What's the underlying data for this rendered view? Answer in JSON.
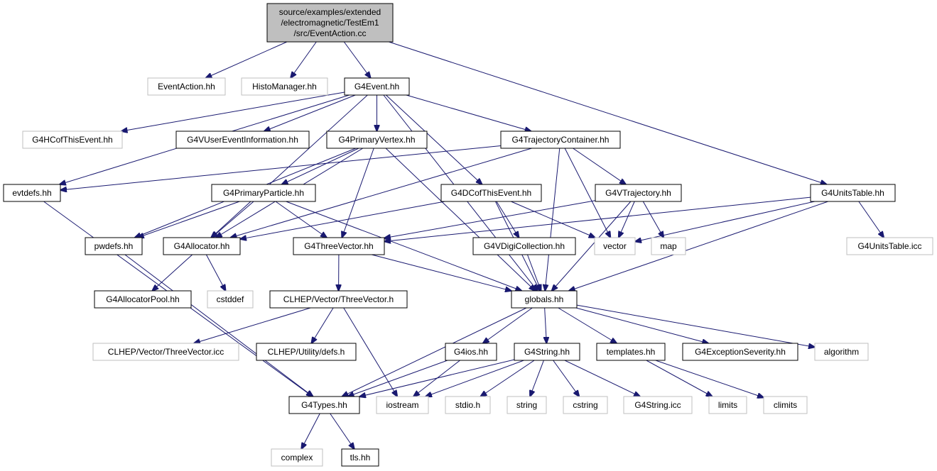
{
  "graph": {
    "nodes": {
      "root": {
        "lines": [
          "source/examples/extended",
          "/electromagnetic/TestEm1",
          "/src/EventAction.cc"
        ],
        "kind": "root"
      },
      "evact": {
        "lines": [
          "EventAction.hh"
        ],
        "kind": "ext"
      },
      "histo": {
        "lines": [
          "HistoManager.hh"
        ],
        "kind": "ext"
      },
      "g4event": {
        "lines": [
          "G4Event.hh"
        ],
        "kind": "strong"
      },
      "hcof": {
        "lines": [
          "G4HCofThisEvent.hh"
        ],
        "kind": "ext"
      },
      "vuei": {
        "lines": [
          "G4VUserEventInformation.hh"
        ],
        "kind": "strong"
      },
      "pvtx": {
        "lines": [
          "G4PrimaryVertex.hh"
        ],
        "kind": "strong"
      },
      "trajc": {
        "lines": [
          "G4TrajectoryContainer.hh"
        ],
        "kind": "strong"
      },
      "evtdefs": {
        "lines": [
          "evtdefs.hh"
        ],
        "kind": "strong"
      },
      "ppart": {
        "lines": [
          "G4PrimaryParticle.hh"
        ],
        "kind": "strong"
      },
      "dcof": {
        "lines": [
          "G4DCofThisEvent.hh"
        ],
        "kind": "strong"
      },
      "vtraj": {
        "lines": [
          "G4VTrajectory.hh"
        ],
        "kind": "strong"
      },
      "units": {
        "lines": [
          "G4UnitsTable.hh"
        ],
        "kind": "strong"
      },
      "pwdefs": {
        "lines": [
          "pwdefs.hh"
        ],
        "kind": "strong"
      },
      "alloc": {
        "lines": [
          "G4Allocator.hh"
        ],
        "kind": "strong"
      },
      "three": {
        "lines": [
          "G4ThreeVector.hh"
        ],
        "kind": "strong"
      },
      "vdigi": {
        "lines": [
          "G4VDigiCollection.hh"
        ],
        "kind": "strong"
      },
      "vector": {
        "lines": [
          "vector"
        ],
        "kind": "ext"
      },
      "map": {
        "lines": [
          "map"
        ],
        "kind": "ext"
      },
      "unitsicc": {
        "lines": [
          "G4UnitsTable.icc"
        ],
        "kind": "ext"
      },
      "apool": {
        "lines": [
          "G4AllocatorPool.hh"
        ],
        "kind": "strong"
      },
      "cstddef": {
        "lines": [
          "cstddef"
        ],
        "kind": "ext"
      },
      "clhep3": {
        "lines": [
          "CLHEP/Vector/ThreeVector.h"
        ],
        "kind": "strong"
      },
      "globals": {
        "lines": [
          "globals.hh"
        ],
        "kind": "strong"
      },
      "clhep3icc": {
        "lines": [
          "CLHEP/Vector/ThreeVector.icc"
        ],
        "kind": "ext"
      },
      "clhepdefs": {
        "lines": [
          "CLHEP/Utility/defs.h"
        ],
        "kind": "strong"
      },
      "ios": {
        "lines": [
          "G4ios.hh"
        ],
        "kind": "strong"
      },
      "g4str": {
        "lines": [
          "G4String.hh"
        ],
        "kind": "strong"
      },
      "templ": {
        "lines": [
          "templates.hh"
        ],
        "kind": "strong"
      },
      "excsev": {
        "lines": [
          "G4ExceptionSeverity.hh"
        ],
        "kind": "strong"
      },
      "algo": {
        "lines": [
          "algorithm"
        ],
        "kind": "ext"
      },
      "types": {
        "lines": [
          "G4Types.hh"
        ],
        "kind": "strong"
      },
      "iostream": {
        "lines": [
          "iostream"
        ],
        "kind": "ext"
      },
      "stdio": {
        "lines": [
          "stdio.h"
        ],
        "kind": "ext"
      },
      "string": {
        "lines": [
          "string"
        ],
        "kind": "ext"
      },
      "cstring": {
        "lines": [
          "cstring"
        ],
        "kind": "ext"
      },
      "stricc": {
        "lines": [
          "G4String.icc"
        ],
        "kind": "ext"
      },
      "limits": {
        "lines": [
          "limits"
        ],
        "kind": "ext"
      },
      "climits": {
        "lines": [
          "climits"
        ],
        "kind": "ext"
      },
      "complex": {
        "lines": [
          "complex"
        ],
        "kind": "ext"
      },
      "tls": {
        "lines": [
          "tls.hh"
        ],
        "kind": "strong"
      }
    },
    "edges": [
      [
        "root",
        "evact"
      ],
      [
        "root",
        "histo"
      ],
      [
        "root",
        "g4event"
      ],
      [
        "root",
        "units"
      ],
      [
        "g4event",
        "hcof"
      ],
      [
        "g4event",
        "vuei"
      ],
      [
        "g4event",
        "pvtx"
      ],
      [
        "g4event",
        "trajc"
      ],
      [
        "g4event",
        "evtdefs"
      ],
      [
        "g4event",
        "alloc"
      ],
      [
        "g4event",
        "dcof"
      ],
      [
        "g4event",
        "globals"
      ],
      [
        "pvtx",
        "ppart"
      ],
      [
        "pvtx",
        "pwdefs"
      ],
      [
        "pvtx",
        "alloc"
      ],
      [
        "pvtx",
        "three"
      ],
      [
        "pvtx",
        "globals"
      ],
      [
        "trajc",
        "evtdefs"
      ],
      [
        "trajc",
        "alloc"
      ],
      [
        "trajc",
        "vtraj"
      ],
      [
        "trajc",
        "vector"
      ],
      [
        "trajc",
        "globals"
      ],
      [
        "evtdefs",
        "types"
      ],
      [
        "ppart",
        "pwdefs"
      ],
      [
        "ppart",
        "alloc"
      ],
      [
        "ppart",
        "three"
      ],
      [
        "ppart",
        "globals"
      ],
      [
        "dcof",
        "alloc"
      ],
      [
        "dcof",
        "vdigi"
      ],
      [
        "dcof",
        "vector"
      ],
      [
        "dcof",
        "globals"
      ],
      [
        "vtraj",
        "three"
      ],
      [
        "vtraj",
        "vector"
      ],
      [
        "vtraj",
        "map"
      ],
      [
        "vtraj",
        "globals"
      ],
      [
        "units",
        "three"
      ],
      [
        "units",
        "vector"
      ],
      [
        "units",
        "unitsicc"
      ],
      [
        "units",
        "globals"
      ],
      [
        "pwdefs",
        "types"
      ],
      [
        "alloc",
        "apool"
      ],
      [
        "alloc",
        "cstddef"
      ],
      [
        "three",
        "clhep3"
      ],
      [
        "three",
        "globals"
      ],
      [
        "vdigi",
        "globals"
      ],
      [
        "clhep3",
        "clhep3icc"
      ],
      [
        "clhep3",
        "clhepdefs"
      ],
      [
        "clhep3",
        "iostream"
      ],
      [
        "globals",
        "ios"
      ],
      [
        "globals",
        "g4str"
      ],
      [
        "globals",
        "templ"
      ],
      [
        "globals",
        "excsev"
      ],
      [
        "globals",
        "algo"
      ],
      [
        "globals",
        "types"
      ],
      [
        "ios",
        "types"
      ],
      [
        "ios",
        "iostream"
      ],
      [
        "g4str",
        "types"
      ],
      [
        "g4str",
        "iostream"
      ],
      [
        "g4str",
        "stdio"
      ],
      [
        "g4str",
        "string"
      ],
      [
        "g4str",
        "cstring"
      ],
      [
        "g4str",
        "stricc"
      ],
      [
        "templ",
        "limits"
      ],
      [
        "templ",
        "climits"
      ],
      [
        "types",
        "complex"
      ],
      [
        "types",
        "tls"
      ]
    ]
  }
}
